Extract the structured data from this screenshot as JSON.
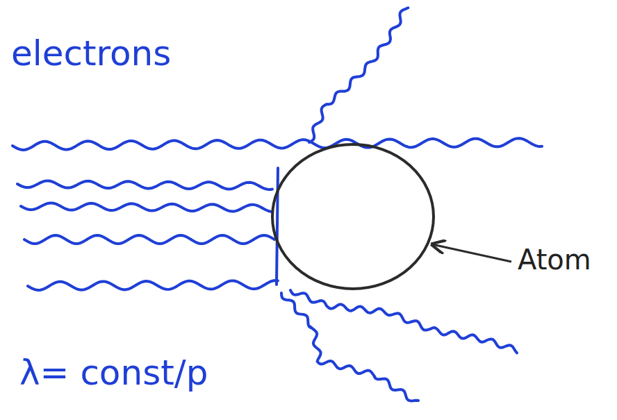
{
  "diagram": {
    "labels": [
      "electrons",
      "Atom",
      "λ= const/p"
    ]
  }
}
